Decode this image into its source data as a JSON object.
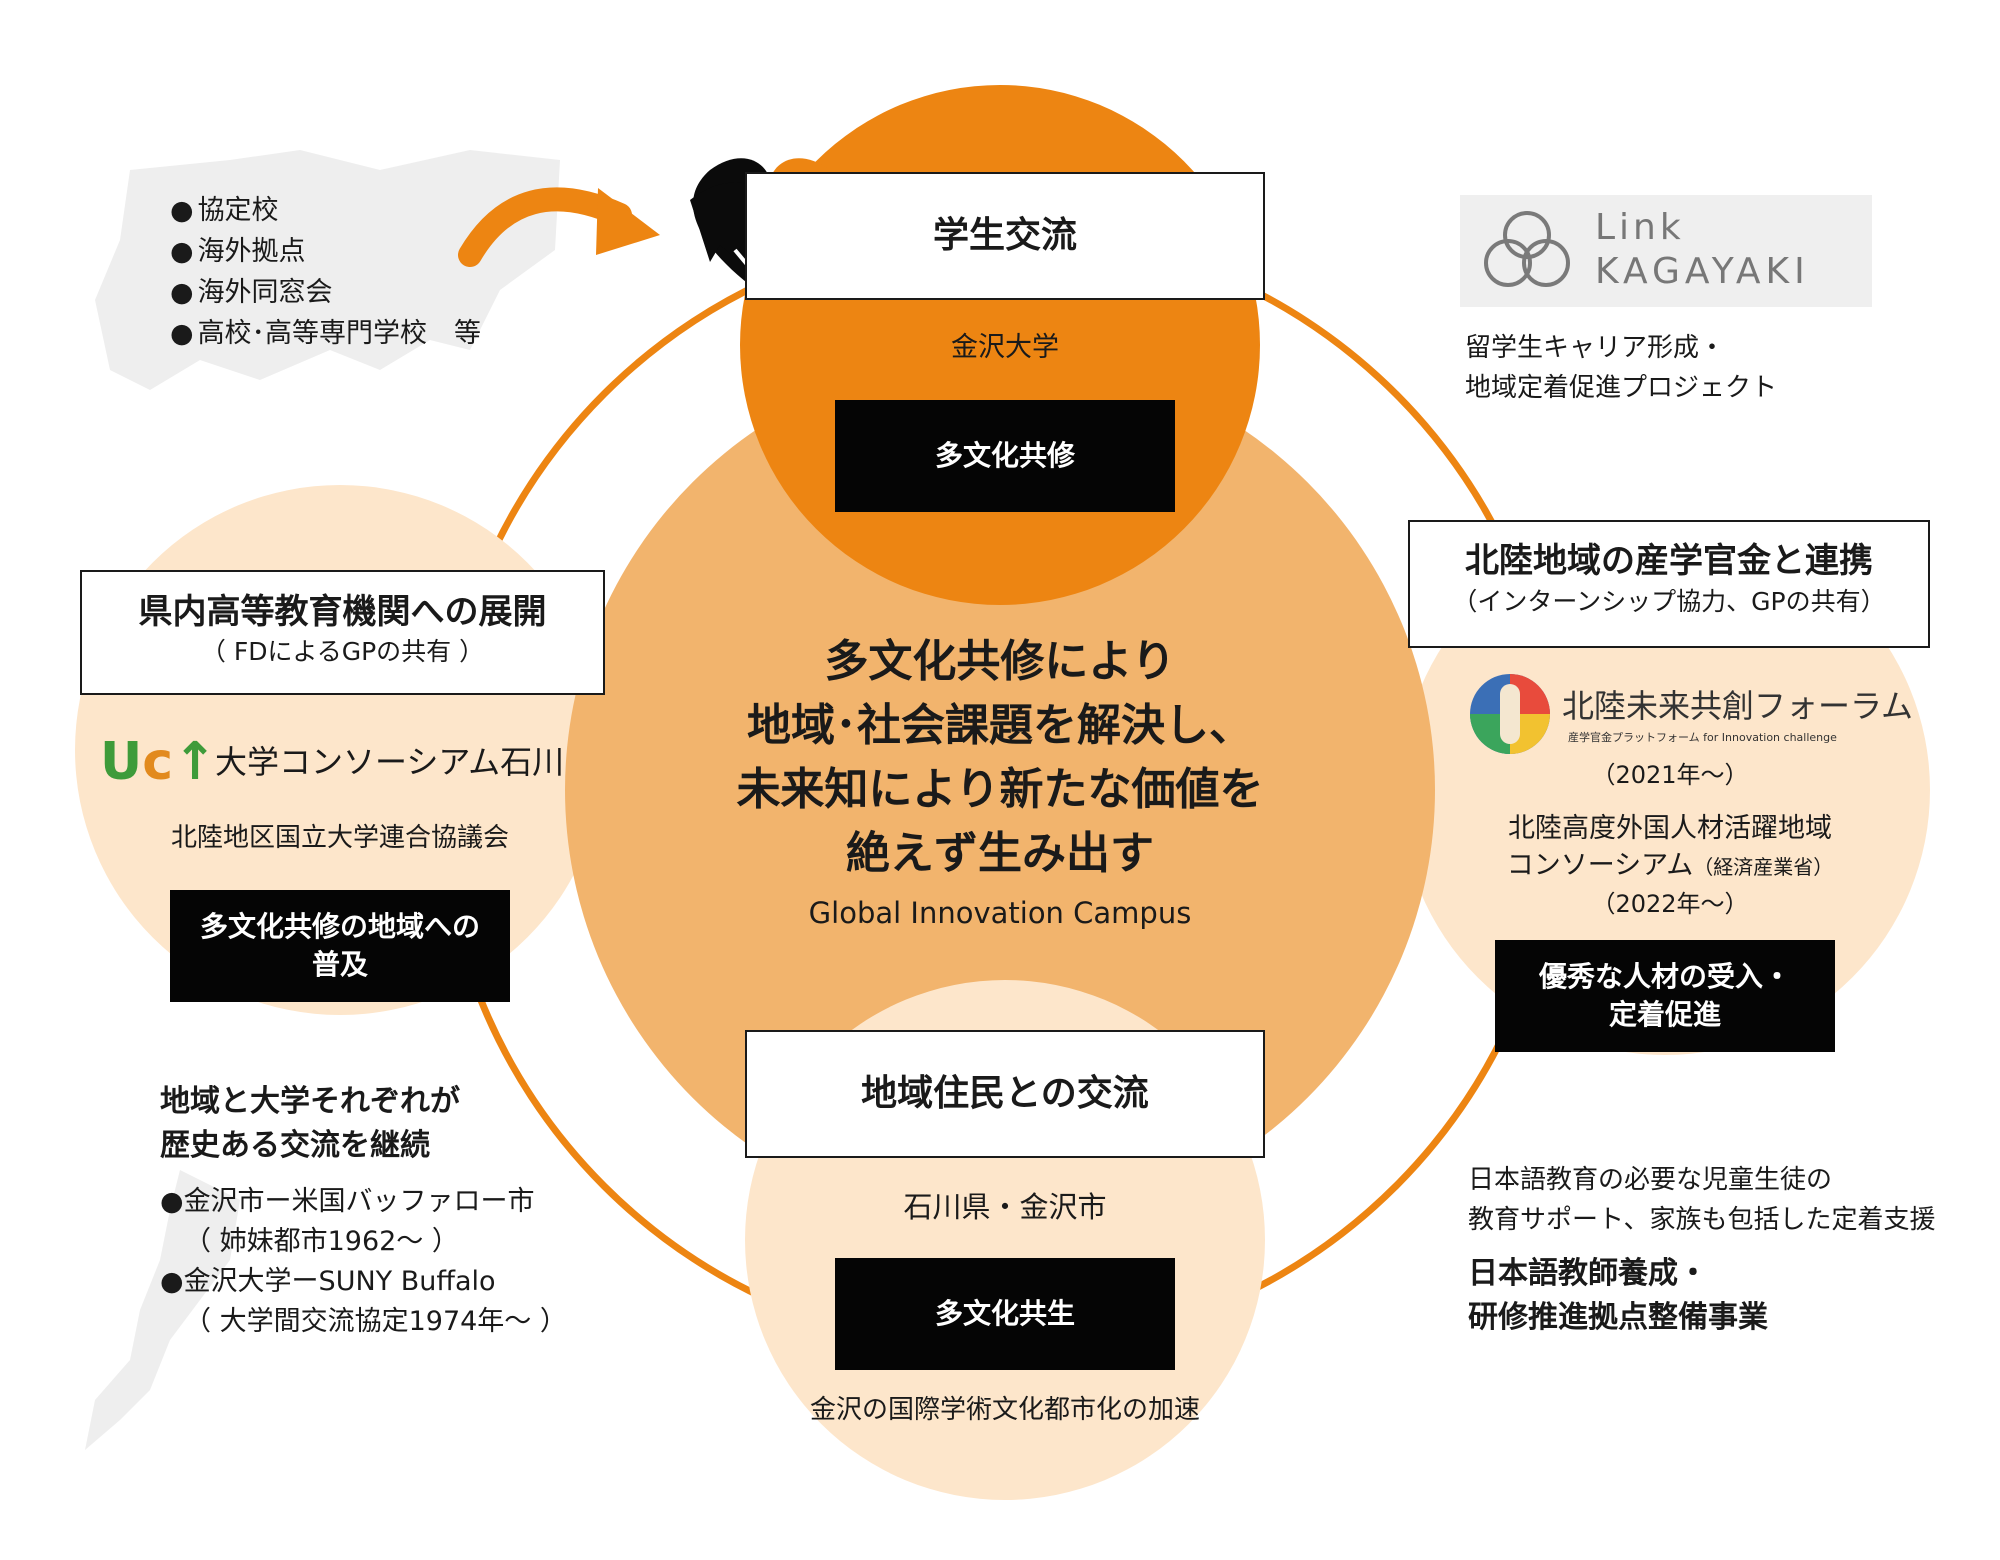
{
  "colors": {
    "dark_orange": "#ED8512",
    "mid_orange": "#F2B46D",
    "light_peach": "#FDE6CB",
    "ring": "#ED8512",
    "map_grey": "#EEEEEE",
    "box_black": "#050505"
  },
  "top_left_list": {
    "items": [
      "協定校",
      "海外拠点",
      "海外同窓会",
      "高校･高等専門学校　等"
    ]
  },
  "top_circle": {
    "title": "学生交流",
    "subtitle": "金沢大学",
    "black_label": "多文化共修"
  },
  "center": {
    "lines": [
      "多文化共修により",
      "地域･社会課題を解決し、",
      "未来知により新たな価値を",
      "絶えず生み出す"
    ],
    "campus": "Global Innovation Campus"
  },
  "left_circle": {
    "title": "県内高等教育機関への展開",
    "subtitle": "（ FDによるGPの共有 ）",
    "logo_text": "大学コンソーシアム石川",
    "council": "北陸地区国立大学連合協議会",
    "black_label_lines": [
      "多文化共修の地域への",
      "普及"
    ]
  },
  "right_circle": {
    "title": "北陸地域の産学官金と連携",
    "subtitle": "（インターンシップ協力、GPの共有）",
    "forum_name": "北陸未来共創フォーラム",
    "forum_tagline": "産学官金プラットフォーム for Innovation challenge",
    "forum_year": "（2021年～）",
    "consortium_line1": "北陸高度外国人材活躍地域",
    "consortium_line2": "コンソーシアム",
    "consortium_ministry": "（経済産業省）",
    "consortium_year": "（2022年～）",
    "black_label_lines": [
      "優秀な人材の受入・",
      "定着促進"
    ]
  },
  "bottom_circle": {
    "title": "地域住民との交流",
    "subtitle": "石川県・金沢市",
    "black_label": "多文化共生",
    "caption": "金沢の国際学術文化都市化の加速"
  },
  "link_kagayaki": {
    "logo_line1": "Link",
    "logo_line2": "KAGAYAKI",
    "desc_line1": "留学生キャリア形成・",
    "desc_line2": "地域定着促進プロジェクト"
  },
  "bottom_left": {
    "heading_line1": "地域と大学それぞれが",
    "heading_line2": "歴史ある交流を継続",
    "item1": "金沢市ー米国バッファロー市",
    "item1_sub": "（ 姉妹都市1962～ ）",
    "item2": "金沢大学ーSUNY Buffalo",
    "item2_sub": "（ 大学間交流協定1974年～ ）"
  },
  "bottom_right": {
    "desc_line1": "日本語教育の必要な児童生徒の",
    "desc_line2": "教育サポート、家族も包括した定着支援",
    "heading_line1": "日本語教師養成・",
    "heading_line2": "研修推進拠点整備事業"
  },
  "icons": {
    "handshake": "handshake-icon",
    "arrow": "curved-arrow-icon",
    "knot": "knot-logo-icon",
    "uci": "uci-logo"
  }
}
